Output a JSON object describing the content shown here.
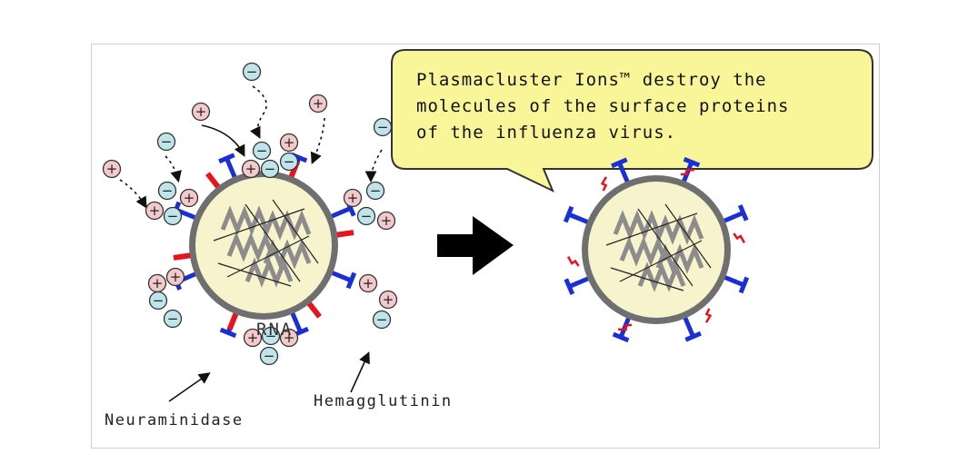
{
  "callout": {
    "lines": [
      "Plasmacluster Ions™ destroy the",
      "molecules of the surface proteins",
      "of the influenza virus."
    ]
  },
  "labels": {
    "rna": "RNA",
    "neuraminidase": "Neuraminidase",
    "hemagglutinin": "Hemagglutinin"
  },
  "ions": {
    "positive_symbol": "+",
    "negative_symbol": "−"
  },
  "colors": {
    "positive_ion": "#f3c9cc",
    "negative_ion": "#bfe4ea",
    "virus_fill": "#f7f3cc",
    "virus_ring": "#6f6f6f",
    "rna_strand": "#8c8c8c",
    "hemagglutinin": "#1b2fd6",
    "neuraminidase": "#e8131c",
    "callout_fill": "#f9f69a",
    "arrow": "#000000"
  }
}
